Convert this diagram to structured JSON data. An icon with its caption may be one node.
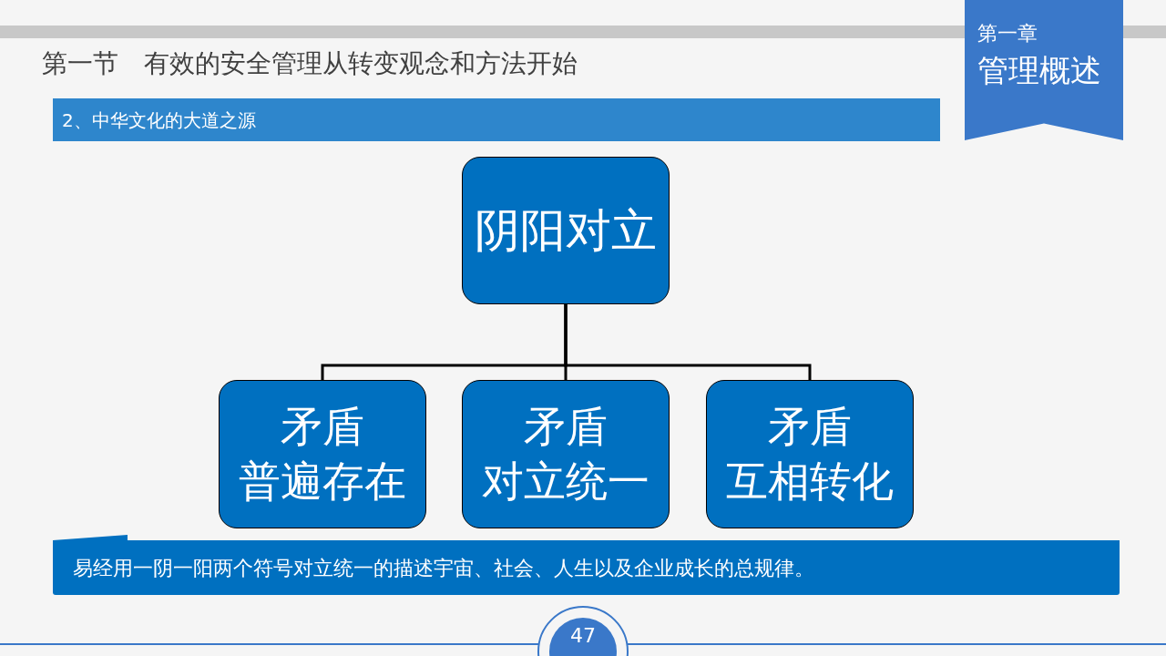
{
  "diagram": {
    "title": "第一节　有效的安全管理从转变观念和方法开始",
    "nodes": [
      {
        "text": [
          "阴阳对立"
        ]
      },
      {
        "text": [
          "矛盾",
          "普遍存在"
        ]
      },
      {
        "text": [
          "矛盾",
          "对立统一"
        ]
      },
      {
        "text": [
          "矛盾",
          "互相转化"
        ]
      }
    ],
    "edges": [
      {
        "from": 0,
        "to": 1,
        "arrow": "none"
      },
      {
        "from": 0,
        "to": 2,
        "arrow": "none"
      },
      {
        "from": 0,
        "to": 3,
        "arrow": "none"
      }
    ],
    "labels": [
      "第一章",
      "管理概述",
      "2、中华文化的大道之源",
      "易经用一阴一阳两个符号对立统一的描述宇宙、社会、人生以及企业成长的总规律。",
      "47"
    ]
  }
}
